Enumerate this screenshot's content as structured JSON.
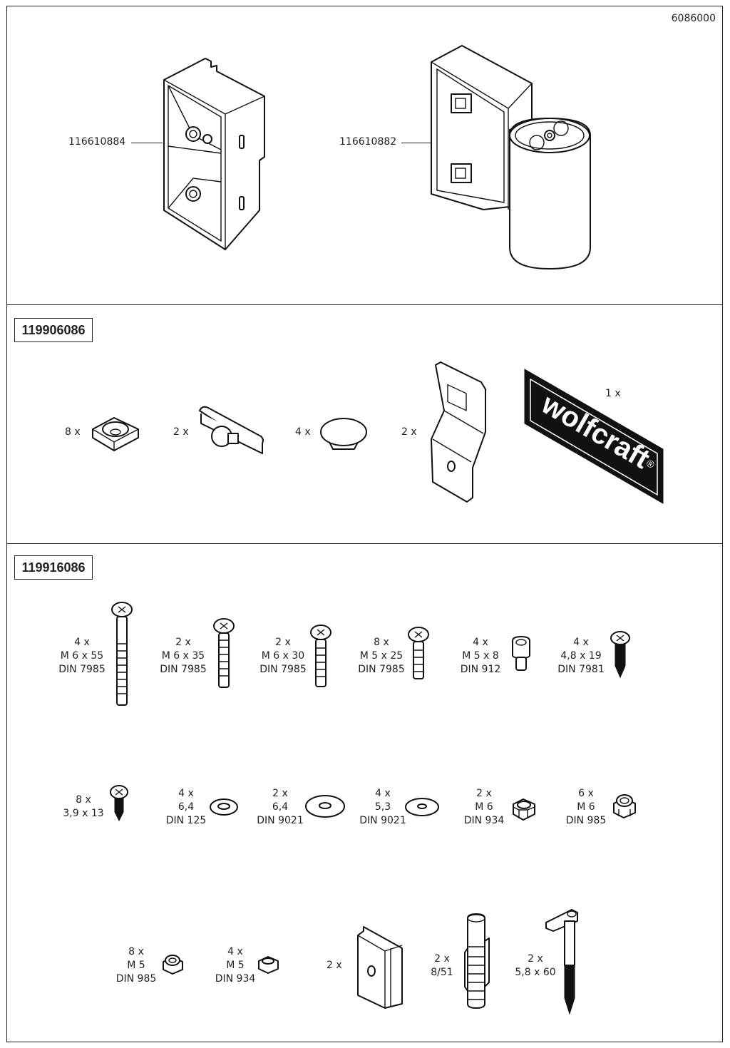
{
  "document": {
    "number": "6086000",
    "colors": {
      "line": "#222222",
      "background": "#ffffff",
      "badge": "#111111"
    }
  },
  "section_main_parts": {
    "parts": [
      {
        "part_number": "116610884",
        "icon": "bracket-plate-icon"
      },
      {
        "part_number": "116610882",
        "icon": "bracket-roller-icon"
      }
    ]
  },
  "section_kit_1": {
    "kit_number": "119906086",
    "items": [
      {
        "qty": "8 x",
        "icon": "square-nut-icon"
      },
      {
        "qty": "2 x",
        "icon": "clip-icon"
      },
      {
        "qty": "4 x",
        "icon": "cap-icon"
      },
      {
        "qty": "2 x",
        "icon": "angle-bracket-icon"
      },
      {
        "qty": "1 x",
        "icon": "wolfcraft-badge-icon",
        "badge_text": "wolfcraft",
        "badge_mark": "®"
      }
    ]
  },
  "section_kit_2": {
    "kit_number": "119916086",
    "row1": [
      {
        "qty": "4 x",
        "size": "M 6 x 55",
        "norm": "DIN 7985",
        "icon": "machine-screw-icon"
      },
      {
        "qty": "2 x",
        "size": "M 6 x 35",
        "norm": "DIN 7985",
        "icon": "machine-screw-icon"
      },
      {
        "qty": "2 x",
        "size": "M 6 x 30",
        "norm": "DIN 7985",
        "icon": "machine-screw-icon"
      },
      {
        "qty": "8 x",
        "size": "M 5 x 25",
        "norm": "DIN 7985",
        "icon": "machine-screw-icon"
      },
      {
        "qty": "4 x",
        "size": "M 5 x 8",
        "norm": "DIN 912",
        "icon": "socket-cap-screw-icon"
      },
      {
        "qty": "4 x",
        "size": "4,8 x 19",
        "norm": "DIN 7981",
        "icon": "tapping-screw-icon"
      }
    ],
    "row2": [
      {
        "qty": "8 x",
        "size": "3,9 x 13",
        "norm": "",
        "icon": "tapping-screw-icon"
      },
      {
        "qty": "4 x",
        "size": "6,4",
        "norm": "DIN 125",
        "icon": "washer-icon"
      },
      {
        "qty": "2 x",
        "size": "6,4",
        "norm": "DIN 9021",
        "icon": "large-washer-icon"
      },
      {
        "qty": "4 x",
        "size": "5,3",
        "norm": "DIN 9021",
        "icon": "large-washer-icon"
      },
      {
        "qty": "2 x",
        "size": "M 6",
        "norm": "DIN 934",
        "icon": "hex-nut-icon"
      },
      {
        "qty": "6 x",
        "size": "M 6",
        "norm": "DIN 985",
        "icon": "lock-nut-icon"
      }
    ],
    "row3": [
      {
        "qty": "8 x",
        "size": "M 5",
        "norm": "DIN 985",
        "icon": "lock-nut-icon"
      },
      {
        "qty": "4 x",
        "size": "M 5",
        "norm": "DIN 934",
        "icon": "hex-nut-icon"
      },
      {
        "qty": "2 x",
        "size": "",
        "norm": "",
        "icon": "slot-nut-block-icon"
      },
      {
        "qty": "2 x",
        "size": "8/51",
        "norm": "",
        "icon": "wall-plug-icon"
      },
      {
        "qty": "2 x",
        "size": "5,8 x 60",
        "norm": "",
        "icon": "angle-hook-screw-icon"
      }
    ]
  }
}
